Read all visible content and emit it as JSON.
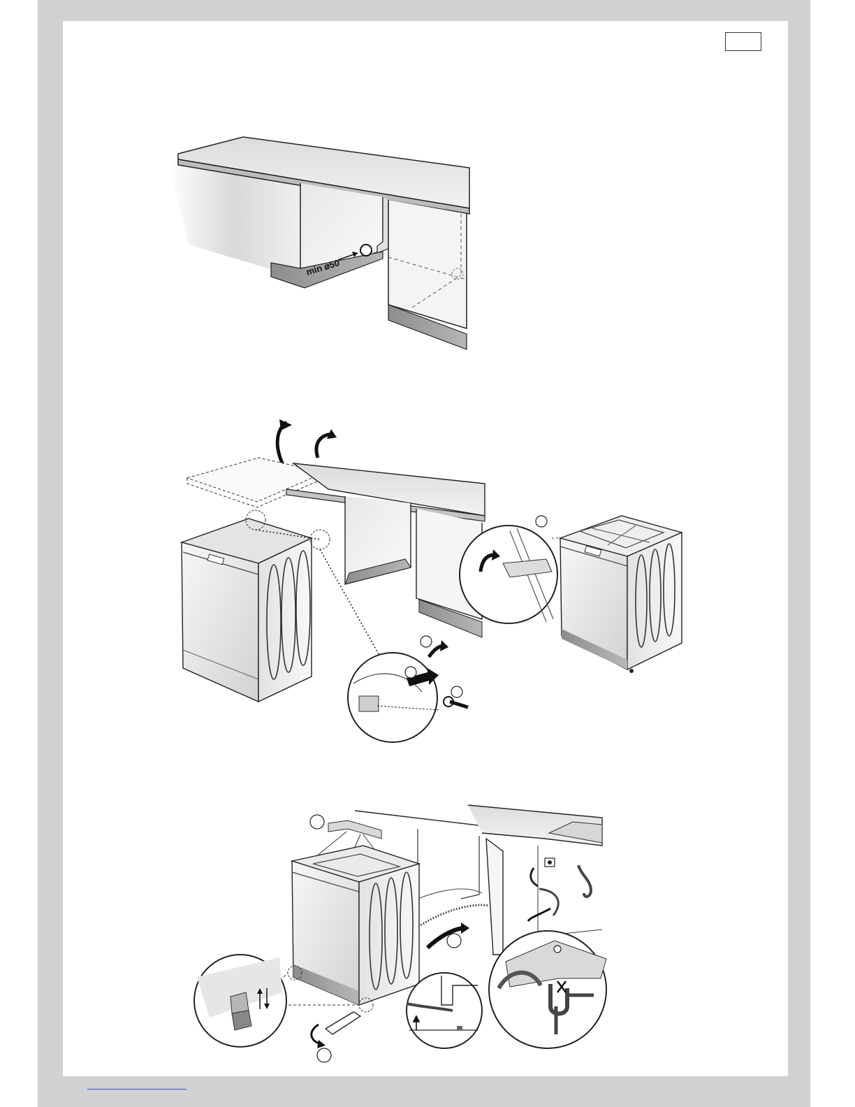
{
  "document": {
    "page_number": "",
    "figures": [
      {
        "id": "fig-1",
        "label": "min ⌀50"
      },
      {
        "id": "fig-2"
      },
      {
        "id": "fig-3"
      }
    ]
  }
}
